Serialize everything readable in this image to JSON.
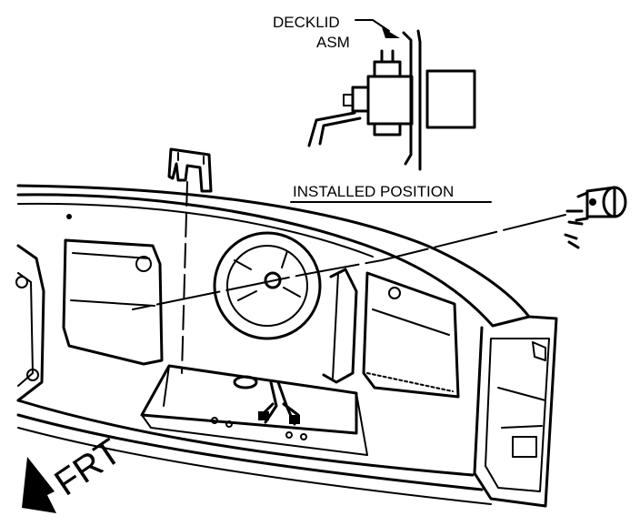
{
  "labels": {
    "decklid_line1": "DECKLID",
    "decklid_line2": "ASM",
    "installed_position": "INSTALLED POSITION",
    "front_indicator": "FRT"
  },
  "parts": [
    {
      "icon": "retainer-clip-icon"
    },
    {
      "icon": "lock-cylinder-icon"
    },
    {
      "icon": "lock-cylinder-installed-icon"
    },
    {
      "icon": "front-direction-arrow-icon"
    }
  ],
  "colors": {
    "ink": "#000000",
    "paper": "#ffffff"
  }
}
